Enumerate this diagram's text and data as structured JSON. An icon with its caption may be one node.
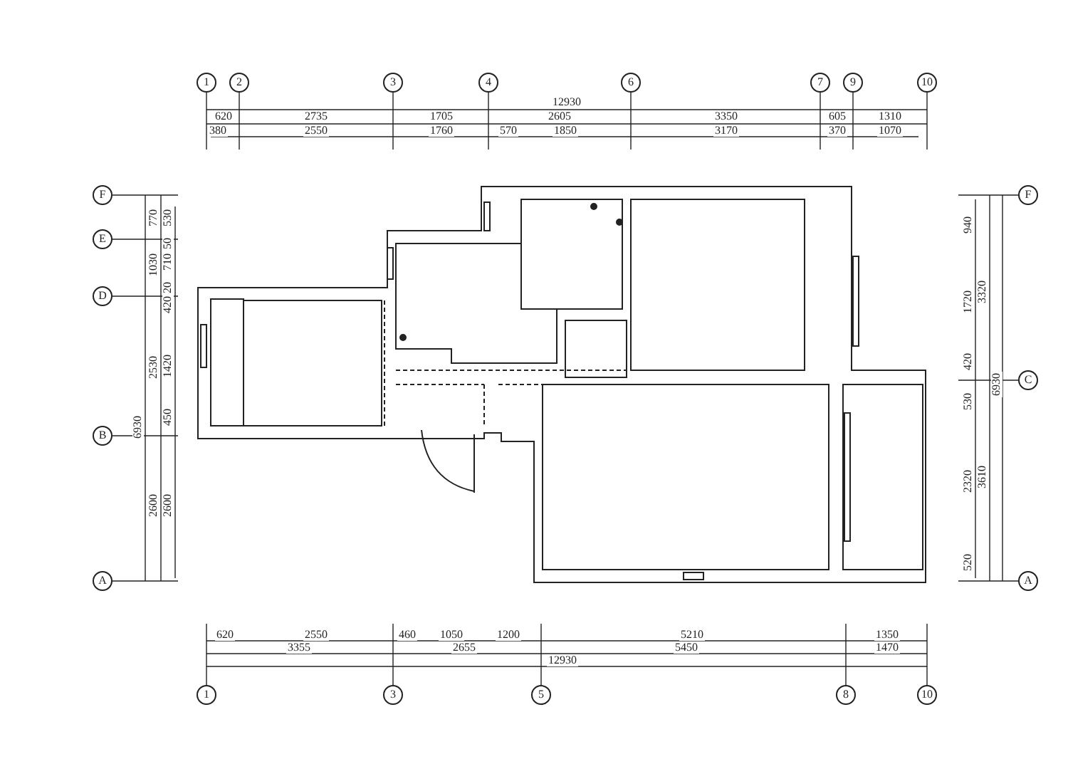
{
  "diagram": {
    "labels": [
      "1",
      "2",
      "3",
      "4",
      "6",
      "7",
      "9",
      "10",
      "12930",
      "620",
      "2735",
      "1705",
      "2605",
      "3350",
      "605",
      "1310",
      "380",
      "2550",
      "1760",
      "570",
      "1850",
      "3170",
      "370",
      "1070",
      "F",
      "E",
      "D",
      "B",
      "A",
      "6930",
      "770",
      "1030",
      "2530",
      "2600",
      "530",
      "50",
      "710",
      "20",
      "420",
      "1420",
      "450",
      "2600",
      "F",
      "C",
      "A",
      "940",
      "1720",
      "420",
      "530",
      "2320",
      "520",
      "3320",
      "3610",
      "6930",
      "620",
      "2550",
      "460",
      "1050",
      "1200",
      "5210",
      "1350",
      "3355",
      "2655",
      "5450",
      "1470",
      "12930",
      "1",
      "3",
      "5",
      "8",
      "10"
    ]
  }
}
